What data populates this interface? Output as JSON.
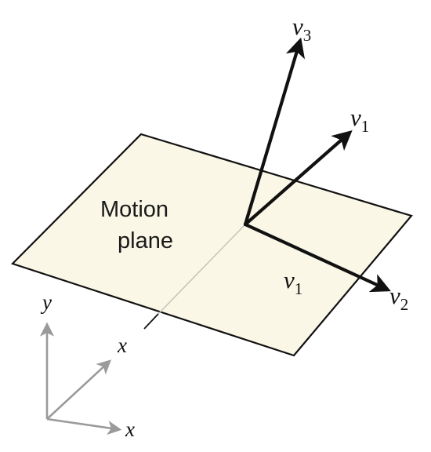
{
  "plane": {
    "label_line1": "Motion",
    "label_line2": "plane",
    "fill_color": "#fbf7e6"
  },
  "vectors": {
    "v3": {
      "symbol": "v",
      "subscript": "3"
    },
    "v1_upper": {
      "symbol": "v",
      "subscript": "1"
    },
    "v2": {
      "symbol": "v",
      "subscript": "2"
    },
    "v1_plane": {
      "symbol": "v",
      "subscript": "1"
    }
  },
  "axes": {
    "x_on_line": "x",
    "y": "y",
    "x": "x",
    "color": "#9a9a9a"
  }
}
